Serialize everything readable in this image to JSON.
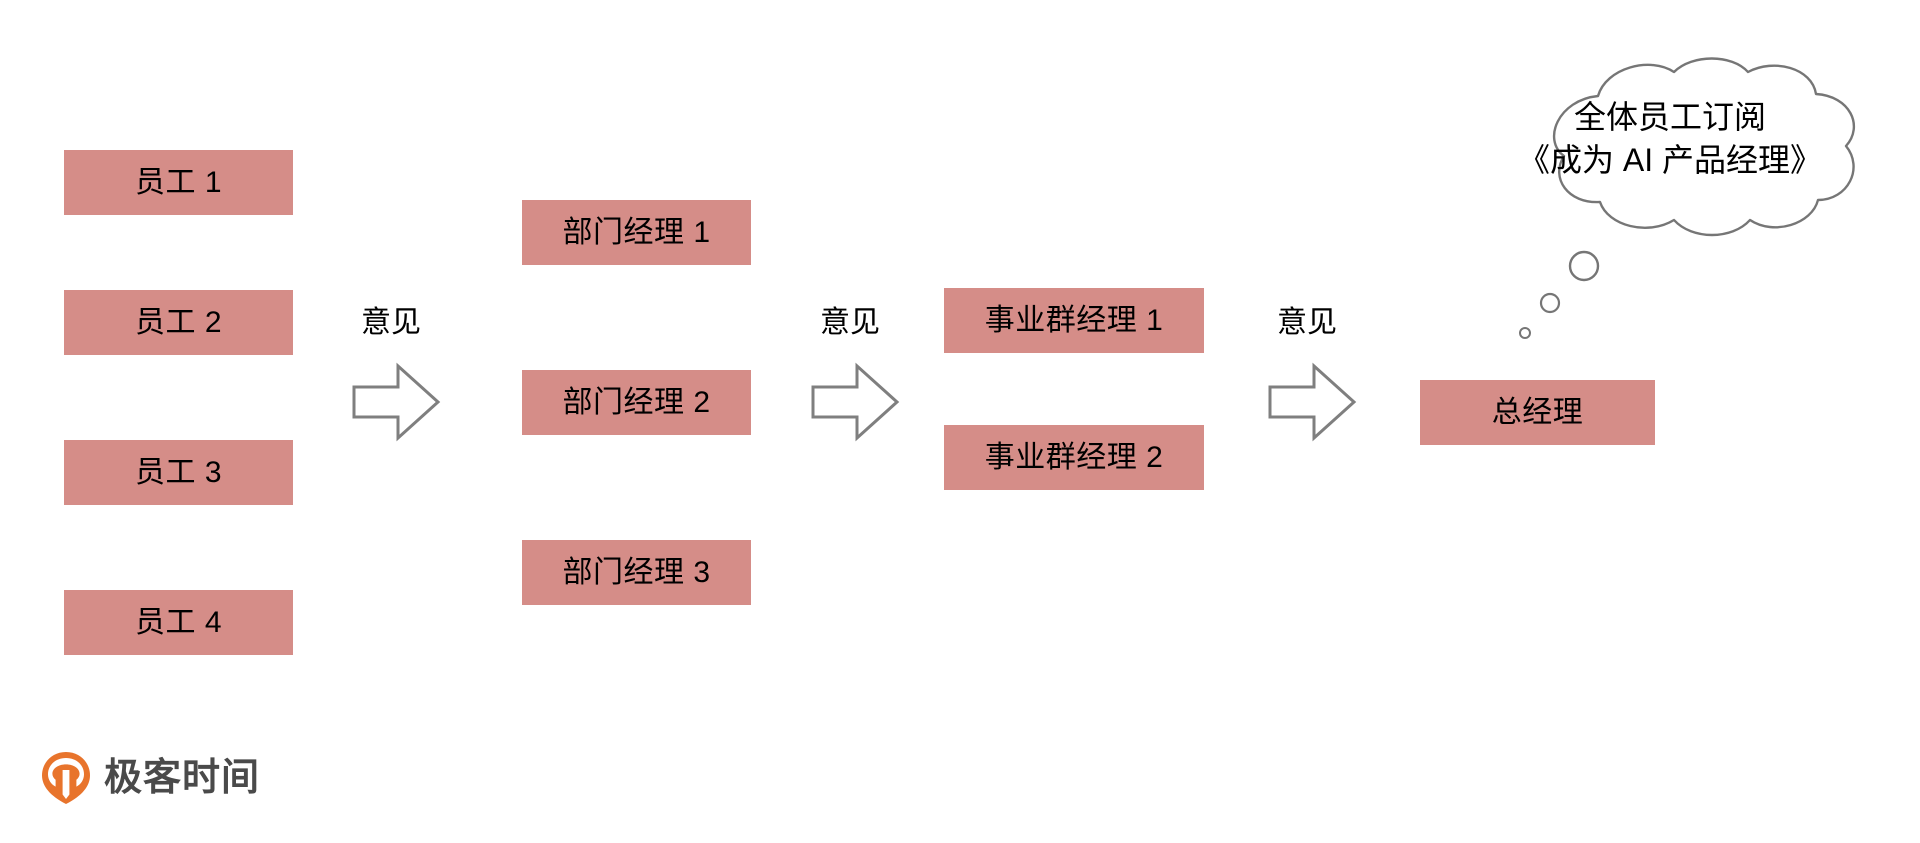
{
  "diagram": {
    "title_alt": "员工意见逐级上传流程图",
    "box_color": "#d58d88",
    "arrow_color": "#7f7f7f",
    "text_color": "#000000",
    "columns": [
      {
        "id": "employees",
        "boxes": [
          {
            "label": "员工 1"
          },
          {
            "label": "员工 2"
          },
          {
            "label": "员工 3"
          },
          {
            "label": "员工 4"
          }
        ]
      },
      {
        "id": "department-managers",
        "boxes": [
          {
            "label": "部门经理 1"
          },
          {
            "label": "部门经理 2"
          },
          {
            "label": "部门经理 3"
          }
        ]
      },
      {
        "id": "business-group-managers",
        "boxes": [
          {
            "label": "事业群经理 1"
          },
          {
            "label": "事业群经理 2"
          }
        ]
      },
      {
        "id": "general-manager",
        "boxes": [
          {
            "label": "总经理"
          }
        ]
      }
    ],
    "flow_labels": [
      {
        "id": "opinion-1",
        "label": "意见"
      },
      {
        "id": "opinion-2",
        "label": "意见"
      },
      {
        "id": "opinion-3",
        "label": "意见"
      }
    ],
    "thought_bubble": {
      "line1": "全体员工订阅",
      "line2": "《成为 AI 产品经理》"
    }
  },
  "brand": {
    "name": "极客时间",
    "mark_color": "#e8742c",
    "mark_color_dark": "#d2601c",
    "text_color": "#4a4a4a"
  }
}
